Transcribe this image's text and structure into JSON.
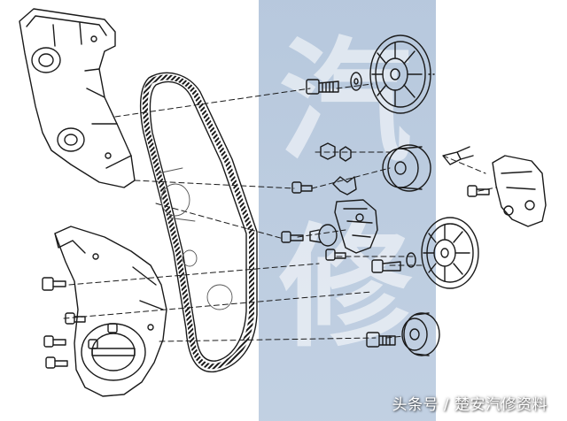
{
  "diagram": {
    "watermark": {
      "text": "汽修",
      "chars": [
        "汽",
        "修"
      ],
      "panel_color": "#a9bdd6",
      "letters_color": "#ffffff"
    },
    "credit": "头条号 / 楚安汽修资料",
    "line_color": "#1a1a1a",
    "icons": [
      "timing-cover-upper",
      "timing-cover-lower",
      "timing-belt",
      "camshaft-sprocket",
      "camshaft-sprocket-2",
      "tensioner-pulley",
      "tensioner-bracket",
      "idler-pulley",
      "crank-sprocket",
      "mounting-bracket",
      "bolt",
      "nut",
      "washer"
    ]
  }
}
